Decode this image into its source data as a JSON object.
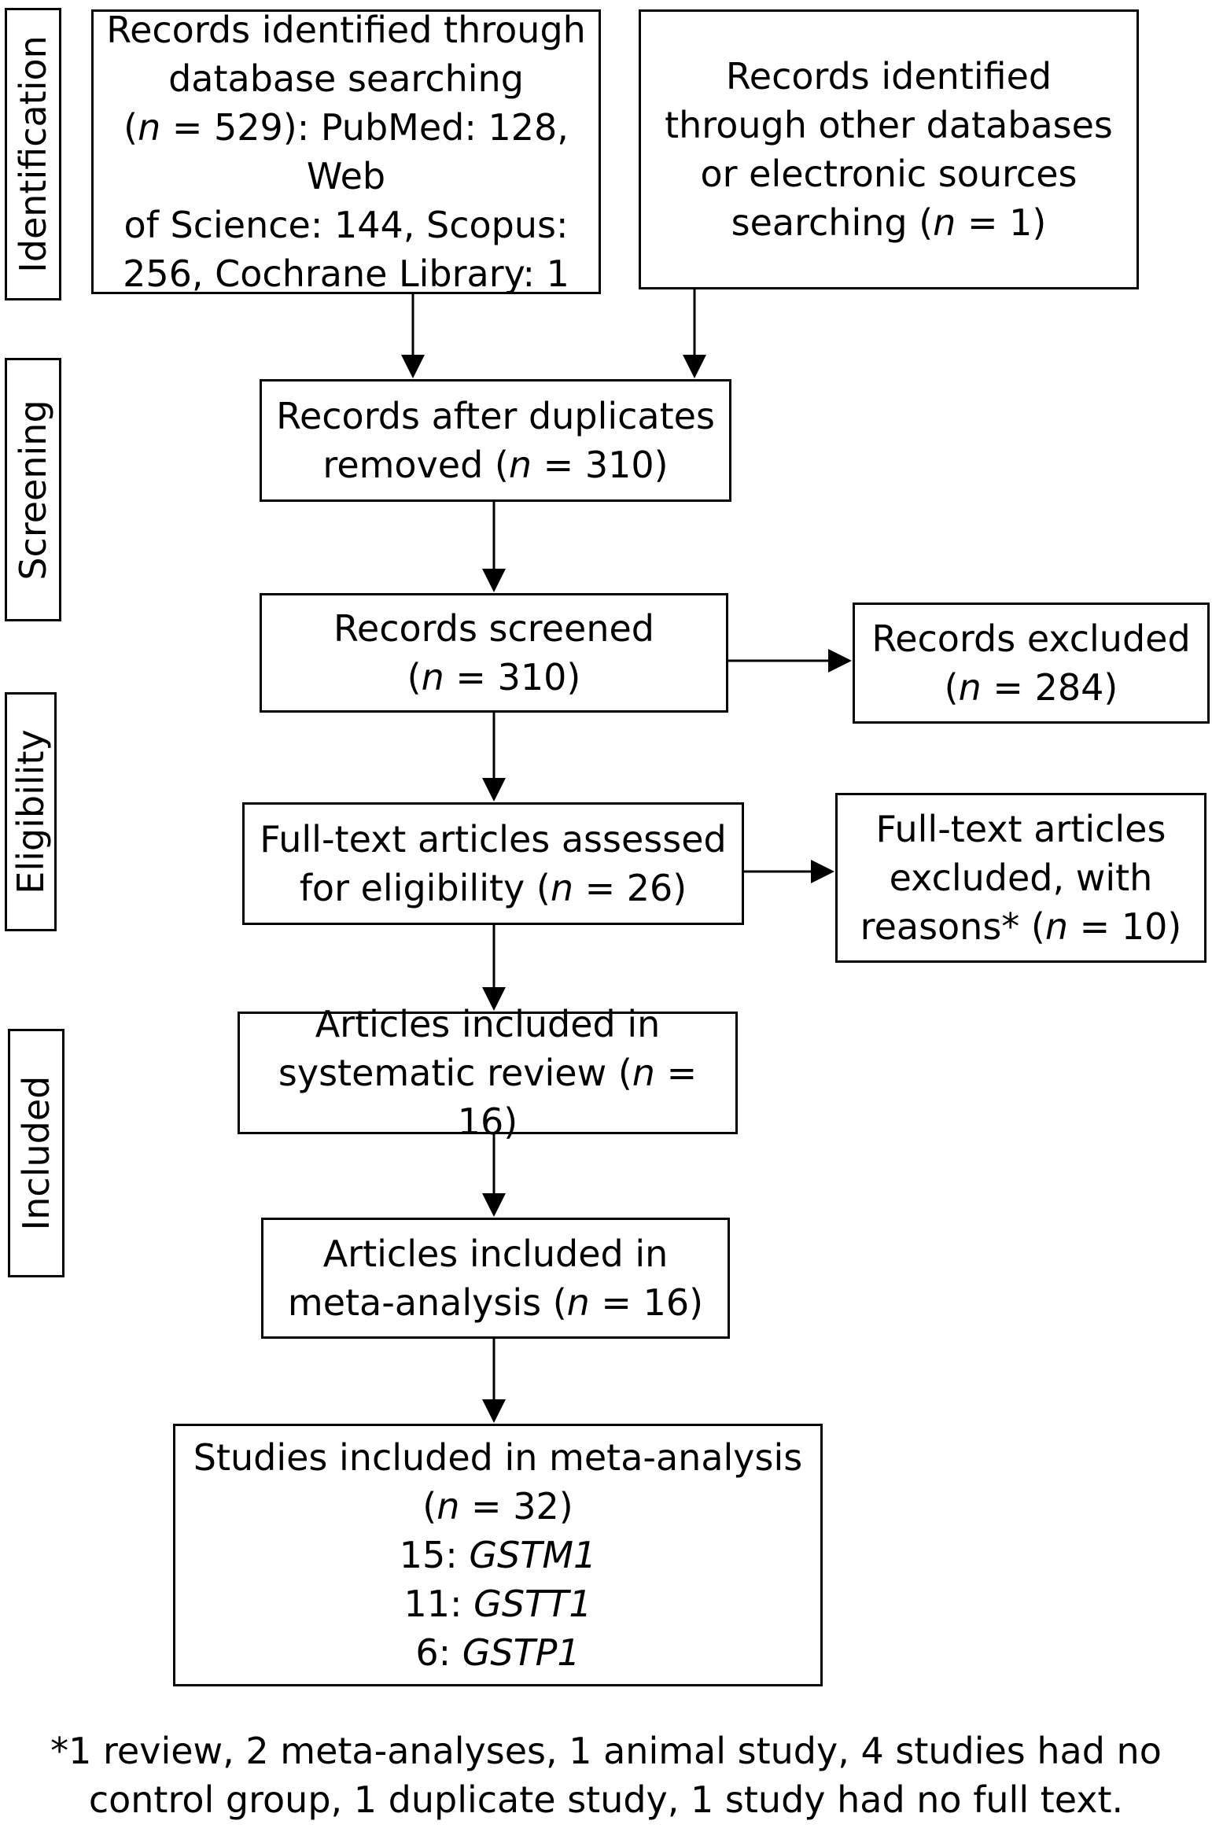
{
  "stages": [
    "Identification",
    "Screening",
    "Eligibility",
    "Included"
  ],
  "boxes": {
    "db_search": {
      "line1": "Records identified through",
      "line2": "database searching",
      "line3_open": "(",
      "line3_n": "n",
      "line3_rest": " = 529): PubMed: 128, Web",
      "line4": "of Science: 144, Scopus:",
      "line5": "256, Cochrane Library: 1"
    },
    "other_sources": {
      "line1": "Records identified",
      "line2": "through other databases",
      "line3": "or electronic sources",
      "line4_pre": "searching (",
      "line4_n": "n",
      "line4_post": " = 1)"
    },
    "duplicates_removed": {
      "line1": "Records after duplicates",
      "line2_pre": "removed (",
      "line2_n": "n",
      "line2_post": " = 310)"
    },
    "screened": {
      "line1": "Records screened",
      "line2_pre": "(",
      "line2_n": "n",
      "line2_post": " = 310)"
    },
    "excluded": {
      "line1": "Records excluded",
      "line2_pre": "(",
      "line2_n": "n",
      "line2_post": " = 284)"
    },
    "fulltext_assessed": {
      "line1": "Full-text articles assessed",
      "line2_pre": "for eligibility (",
      "line2_n": "n",
      "line2_post": " = 26)"
    },
    "fulltext_excluded": {
      "line1": "Full-text articles",
      "line2": "excluded, with",
      "line3_pre": "reasons* (",
      "line3_n": "n",
      "line3_post": " = 10)"
    },
    "systematic_review": {
      "line1": "Articles included in",
      "line2_pre": "systematic review (",
      "line2_n": "n",
      "line2_post": " = 16)"
    },
    "meta_analysis": {
      "line1": "Articles included in",
      "line2_pre": "meta-analysis (",
      "line2_n": "n",
      "line2_post": " = 16)"
    },
    "studies": {
      "line1": "Studies included in meta-analysis",
      "line2_pre": "(",
      "line2_n": "n",
      "line2_post": " = 32)",
      "gene1_count": "15: ",
      "gene1": "GSTM1",
      "gene2_count": "11: ",
      "gene2": "GSTT1",
      "gene3_count": "6: ",
      "gene3": "GSTP1"
    }
  },
  "footnote": {
    "line1": "*1 review, 2 meta-analyses, 1 animal study, 4 studies had no",
    "line2": "control group, 1 duplicate study, 1 study had no full text."
  }
}
